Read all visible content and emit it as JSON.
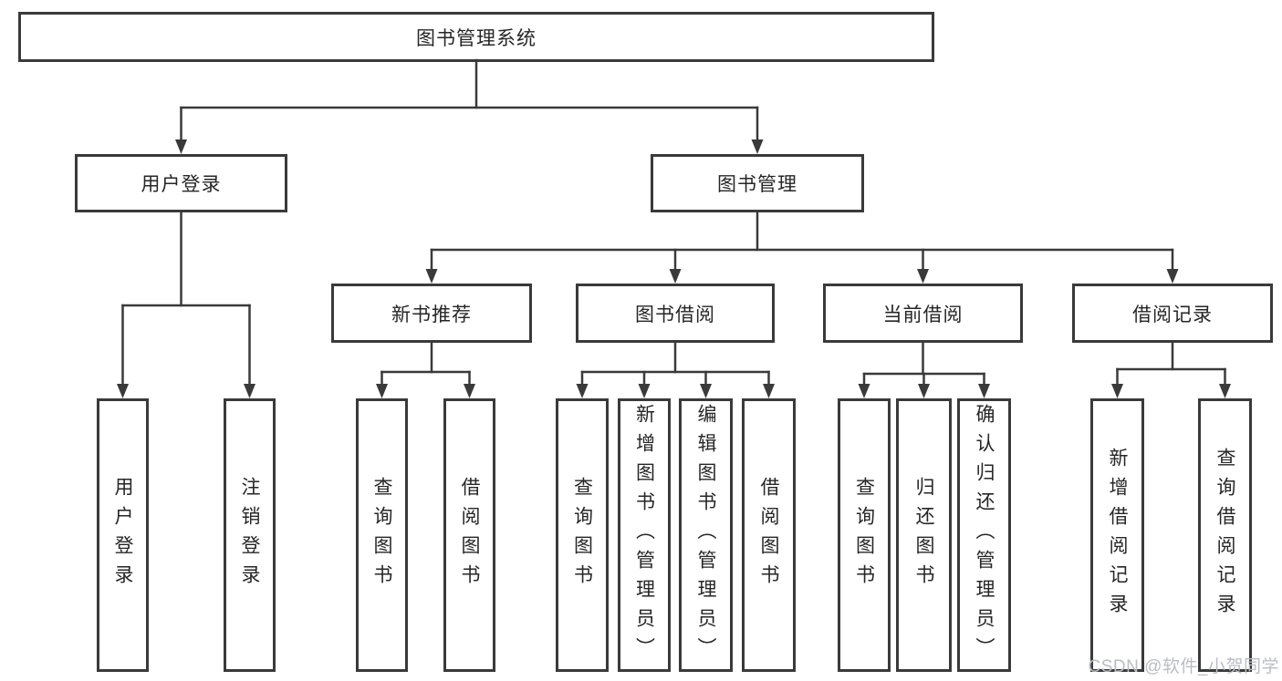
{
  "nodes": {
    "root": "图书管理系统",
    "level1": [
      {
        "label": "用户登录"
      },
      {
        "label": "图书管理"
      }
    ],
    "level2": [
      {
        "label": "新书推荐",
        "parent": "图书管理"
      },
      {
        "label": "图书借阅",
        "parent": "图书管理"
      },
      {
        "label": "当前借阅",
        "parent": "图书管理"
      },
      {
        "label": "借阅记录",
        "parent": "图书管理"
      }
    ],
    "level3": [
      {
        "label": "用户登录",
        "parent": "用户登录"
      },
      {
        "label": "注销登录",
        "parent": "用户登录"
      },
      {
        "label": "查询图书",
        "parent": "新书推荐"
      },
      {
        "label": "借阅图书",
        "parent": "新书推荐"
      },
      {
        "label": "查询图书",
        "parent": "图书借阅"
      },
      {
        "label": "新增图书（管理员）",
        "parent": "图书借阅"
      },
      {
        "label": "编辑图书（管理员）",
        "parent": "图书借阅"
      },
      {
        "label": "借阅图书",
        "parent": "图书借阅"
      },
      {
        "label": "查询图书",
        "parent": "当前借阅"
      },
      {
        "label": "归还图书",
        "parent": "当前借阅"
      },
      {
        "label": "确认归还（管理员）",
        "parent": "当前借阅"
      },
      {
        "label": "新增借阅记录",
        "parent": "借阅记录"
      },
      {
        "label": "查询借阅记录",
        "parent": "借阅记录"
      }
    ],
    "watermark": "CSDN @软件_小贺同学"
  },
  "colors": {
    "line": "#3a3a3a",
    "box_border": "#3a3a3a",
    "box_fill": "#ffffff",
    "text": "#262626",
    "background": "#ffffff",
    "watermark": "#b9bdc4"
  }
}
